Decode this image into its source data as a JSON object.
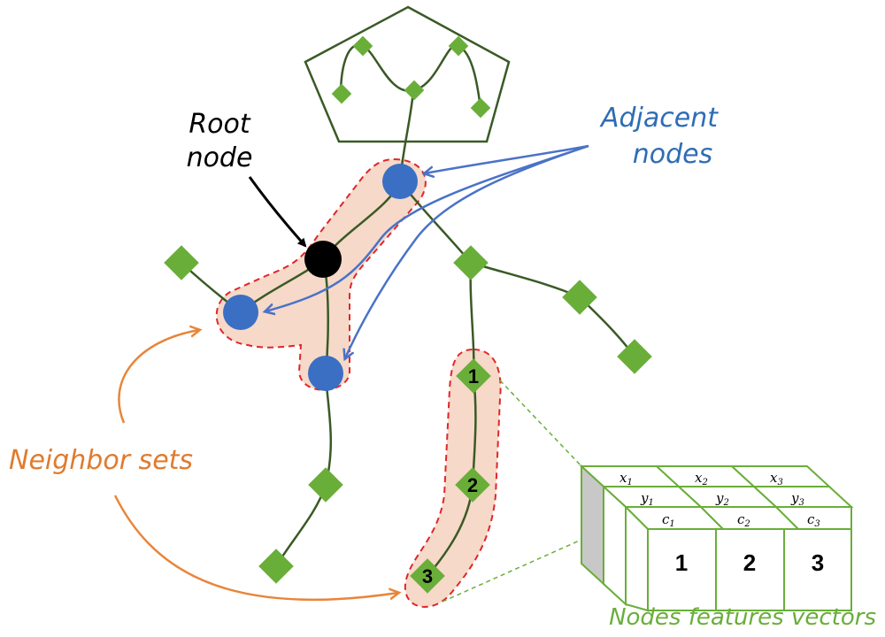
{
  "labels": {
    "root_line1": "Root",
    "root_line2": "node",
    "adjacent_line1": "Adjacent",
    "adjacent_line2": "nodes",
    "neighbor_sets": "Neighbor sets",
    "features_caption": "Nodes features vectors"
  },
  "path_numbers": [
    "1",
    "2",
    "3"
  ],
  "feature_table": {
    "row_x": [
      {
        "base": "x",
        "sub": "1"
      },
      {
        "base": "x",
        "sub": "2"
      },
      {
        "base": "x",
        "sub": "3"
      }
    ],
    "row_y": [
      {
        "base": "y",
        "sub": "1"
      },
      {
        "base": "y",
        "sub": "2"
      },
      {
        "base": "y",
        "sub": "3"
      }
    ],
    "row_c": [
      {
        "base": "c",
        "sub": "1"
      },
      {
        "base": "c",
        "sub": "2"
      },
      {
        "base": "c",
        "sub": "3"
      }
    ],
    "front": [
      "1",
      "2",
      "3"
    ]
  },
  "colors": {
    "edge": "#3a5a26",
    "green_node": "#6aae3a",
    "blue_node": "#3a6fc4",
    "root_node": "#000000",
    "blue_arrow": "#4a72c8",
    "orange": "#e8853a",
    "neighbor_fill": "#f6d9c8",
    "neighbor_border": "#e0262a",
    "table_border": "#6aae3a",
    "adjacent_text": "#2e6db4",
    "orange_text": "#e07b2e",
    "caption_text": "#6aae3a"
  }
}
